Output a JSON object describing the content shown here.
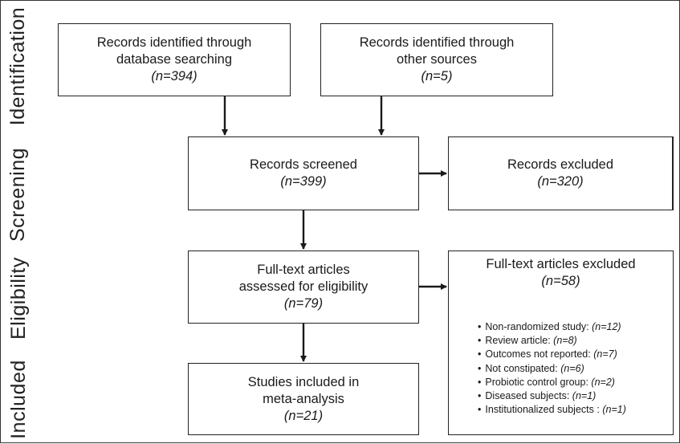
{
  "phases": [
    "Identification",
    "Screening",
    "Eligibility",
    "Included"
  ],
  "boxes": {
    "db_search": {
      "line1": "Records identified through",
      "line2": "database searching",
      "n": "(n=394)"
    },
    "other_sources": {
      "line1": "Records identified through",
      "line2": "other sources",
      "n": "(n=5)"
    },
    "screened": {
      "line1": "Records screened",
      "n": "(n=399)"
    },
    "excluded": {
      "line1": "Records excluded",
      "n": "(n=320)"
    },
    "fulltext": {
      "line1": "Full-text articles",
      "line2": "assessed for eligibility",
      "n": "(n=79)"
    },
    "fulltext_excluded": {
      "line1": "Full-text articles excluded",
      "n": "(n=58)",
      "reasons": [
        {
          "label": "Non-randomized study:",
          "n": "(n=12)"
        },
        {
          "label": "Review article:",
          "n": "(n=8)"
        },
        {
          "label": "Outcomes not reported:",
          "n": "(n=7)"
        },
        {
          "label": "Not constipated:",
          "n": "(n=6)"
        },
        {
          "label": "Probiotic control group:",
          "n": "(n=2)"
        },
        {
          "label": "Diseased subjects:",
          "n": "(n=1)"
        },
        {
          "label": "Institutionalized subjects :",
          "n": "(n=1)"
        }
      ]
    },
    "included": {
      "line1": "Studies included in",
      "line2": "meta-analysis",
      "n": "(n=21)"
    }
  },
  "colors": {
    "line": "#1a1a1a",
    "border": "#222222",
    "background": "#ffffff"
  }
}
